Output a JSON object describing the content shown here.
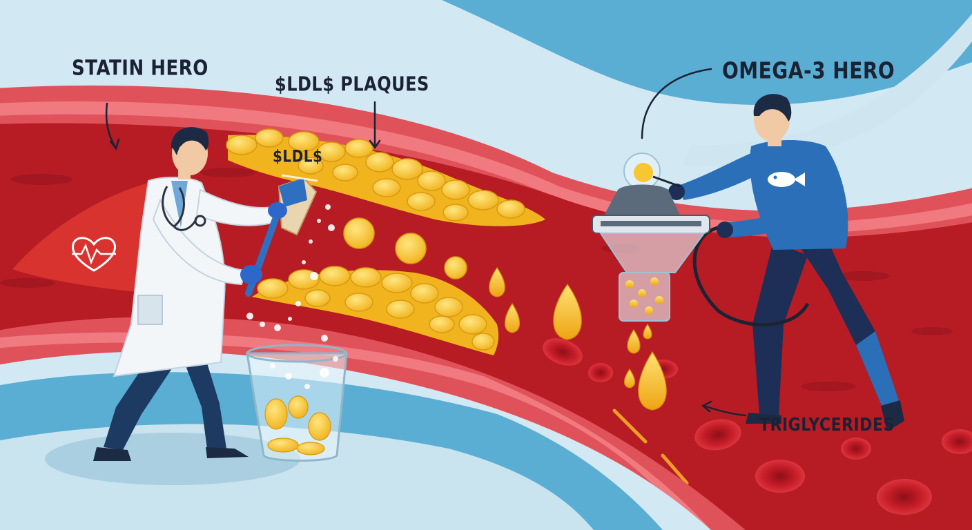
{
  "labels": {
    "statin_hero": "STATIN HERO",
    "ldl_plaques": "$LDL$ PLAQUES",
    "ldl": "$LDL$",
    "omega3_hero": "OMEGA-3 HERO",
    "triglycerides": "TRIGLYCERIDES"
  },
  "colors": {
    "sky": "#cfe6f1",
    "accent_blue": "#5aaed3",
    "vessel_wall": "#e0525a",
    "vessel_lumen": "#b71c25",
    "plaque": "#f6c22b",
    "lab_coat": "#f2f6f9",
    "suit": "#2a6fb8"
  },
  "icons": [
    "heart-rate-icon",
    "fish-icon",
    "stethoscope-icon",
    "brush-icon"
  ]
}
